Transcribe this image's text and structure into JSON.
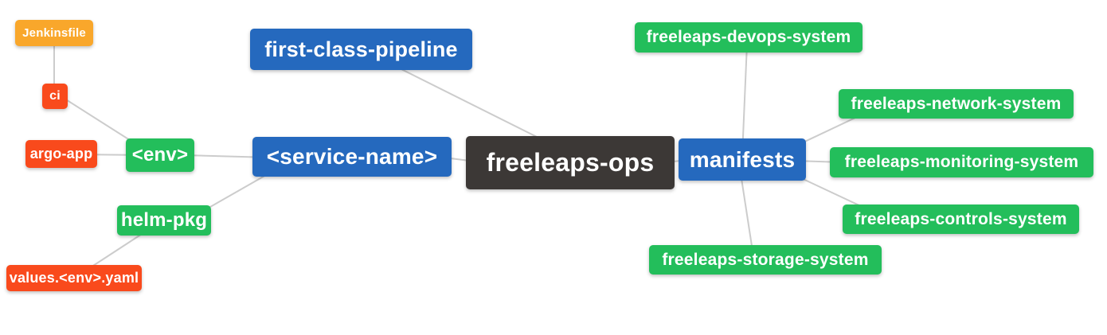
{
  "diagram": {
    "type": "mindmap",
    "root_id": "freeleaps-ops",
    "palette": {
      "dark": "#3C3836",
      "blue": "#2569BE",
      "green": "#23BE5B",
      "red": "#F94A1C",
      "amber": "#F9A72B",
      "edge": "#CCCCCC",
      "text": "#FFFFFF",
      "background": "#FFFFFF"
    },
    "nodes": [
      {
        "id": "jenkinsfile",
        "label": "Jenkinsfile",
        "color": "amber"
      },
      {
        "id": "ci",
        "label": "ci",
        "color": "red"
      },
      {
        "id": "argo-app",
        "label": "argo-app",
        "color": "red"
      },
      {
        "id": "env",
        "label": "<env>",
        "color": "green"
      },
      {
        "id": "helm-pkg",
        "label": "helm-pkg",
        "color": "green"
      },
      {
        "id": "values-env-yaml",
        "label": "values.<env>.yaml",
        "color": "red"
      },
      {
        "id": "first-class-pipeline",
        "label": "first-class-pipeline",
        "color": "blue"
      },
      {
        "id": "service-name",
        "label": "<service-name>",
        "color": "blue"
      },
      {
        "id": "freeleaps-ops",
        "label": "freeleaps-ops",
        "color": "dark"
      },
      {
        "id": "manifests",
        "label": "manifests",
        "color": "blue"
      },
      {
        "id": "freeleaps-devops-system",
        "label": "freeleaps-devops-system",
        "color": "green"
      },
      {
        "id": "freeleaps-network-system",
        "label": "freeleaps-network-system",
        "color": "green"
      },
      {
        "id": "freeleaps-monitoring-system",
        "label": "freeleaps-monitoring-system",
        "color": "green"
      },
      {
        "id": "freeleaps-controls-system",
        "label": "freeleaps-controls-system",
        "color": "green"
      },
      {
        "id": "freeleaps-storage-system",
        "label": "freeleaps-storage-system",
        "color": "green"
      }
    ],
    "edges": [
      {
        "from": "jenkinsfile",
        "to": "ci"
      },
      {
        "from": "ci",
        "to": "env"
      },
      {
        "from": "argo-app",
        "to": "env"
      },
      {
        "from": "env",
        "to": "service-name"
      },
      {
        "from": "helm-pkg",
        "to": "service-name"
      },
      {
        "from": "values-env-yaml",
        "to": "helm-pkg"
      },
      {
        "from": "first-class-pipeline",
        "to": "freeleaps-ops"
      },
      {
        "from": "service-name",
        "to": "freeleaps-ops"
      },
      {
        "from": "freeleaps-ops",
        "to": "manifests"
      },
      {
        "from": "manifests",
        "to": "freeleaps-devops-system"
      },
      {
        "from": "manifests",
        "to": "freeleaps-network-system"
      },
      {
        "from": "manifests",
        "to": "freeleaps-monitoring-system"
      },
      {
        "from": "manifests",
        "to": "freeleaps-controls-system"
      },
      {
        "from": "manifests",
        "to": "freeleaps-storage-system"
      }
    ]
  }
}
